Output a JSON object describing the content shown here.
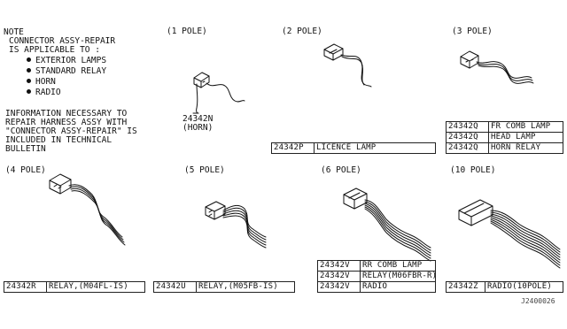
{
  "note": {
    "title": "NOTE",
    "line1": "CONNECTOR ASSY-REPAIR",
    "line2": "IS APPLICABLE TO :",
    "items": [
      "EXTERIOR LAMPS",
      "STANDARD RELAY",
      "HORN",
      "RADIO"
    ]
  },
  "info": {
    "lines": [
      "INFORMATION NECESSARY TO",
      "REPAIR HARNESS ASSY WITH",
      "\"CONNECTOR ASSY-REPAIR\" IS",
      "INCLUDED IN TECHNICAL",
      "BULLETIN"
    ]
  },
  "groups": {
    "pole1": "(1 POLE)",
    "pole2": "(2 POLE)",
    "pole3": "(3 POLE)",
    "pole4": "(4 POLE)",
    "pole5": "(5 POLE)",
    "pole6": "(6 POLE)",
    "pole10": "(10 POLE)"
  },
  "callout": {
    "part": "24342N",
    "desc": "(HORN)"
  },
  "tables": {
    "pole2": [
      {
        "part": "24342P",
        "desc": "LICENCE LAMP"
      }
    ],
    "pole3": [
      {
        "part": "24342Q",
        "desc": "FR COMB LAMP"
      },
      {
        "part": "24342Q",
        "desc": "HEAD LAMP"
      },
      {
        "part": "24342Q",
        "desc": "HORN RELAY"
      }
    ],
    "pole4": [
      {
        "part": "24342R",
        "desc": "RELAY,(M04FL-IS)"
      }
    ],
    "pole5": [
      {
        "part": "24342U",
        "desc": "RELAY,(M05FB-IS)"
      }
    ],
    "pole6": [
      {
        "part": "24342V",
        "desc": "RR COMB LAMP"
      },
      {
        "part": "24342V",
        "desc": "RELAY(M06FBR-R)"
      },
      {
        "part": "24342V",
        "desc": "RADIO"
      }
    ],
    "pole10": [
      {
        "part": "24342Z",
        "desc": "RADIO(10POLE)"
      }
    ]
  },
  "diagram_id": "J2400026"
}
